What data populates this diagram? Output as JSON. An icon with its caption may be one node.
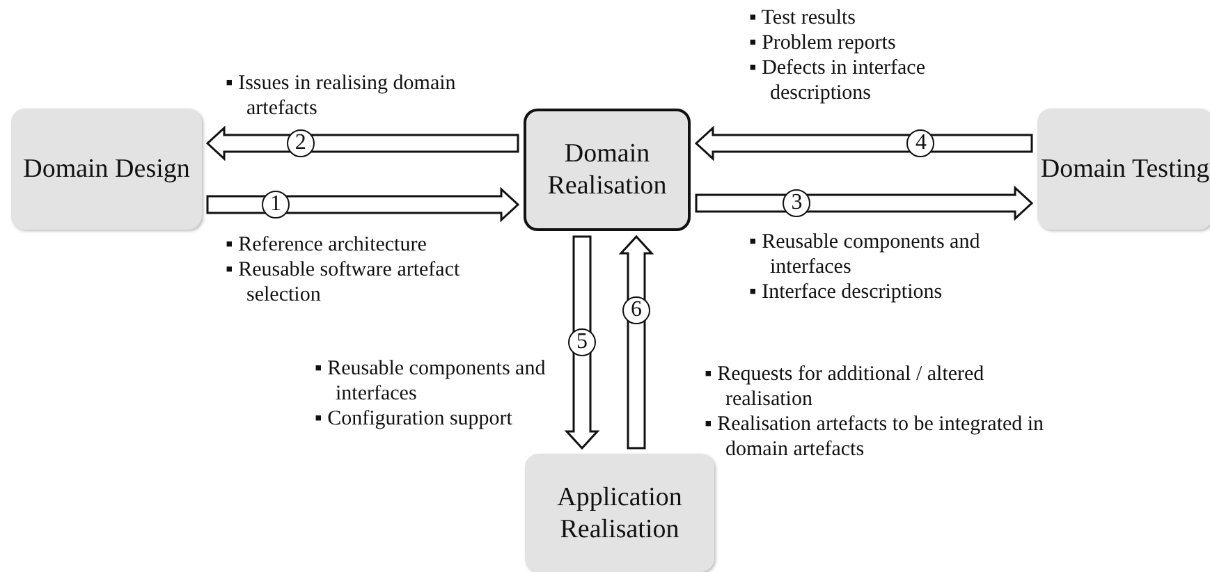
{
  "diagram": {
    "nodes": [
      {
        "text": [
          "Domain Design"
        ]
      },
      {
        "text": [
          "Domain Realisation"
        ]
      },
      {
        "text": [
          "Domain Testing"
        ]
      },
      {
        "text": [
          "Application Realisation"
        ]
      }
    ],
    "edges": [
      {
        "from": 0,
        "to": 1,
        "arrow": "to",
        "label": "1"
      },
      {
        "from": 1,
        "to": 0,
        "arrow": "to",
        "label": "2"
      },
      {
        "from": 1,
        "to": 2,
        "arrow": "to",
        "label": "3"
      },
      {
        "from": 2,
        "to": 1,
        "arrow": "to",
        "label": "4"
      },
      {
        "from": 1,
        "to": 3,
        "arrow": "to",
        "label": "5"
      },
      {
        "from": 3,
        "to": 1,
        "arrow": "to",
        "label": "6"
      }
    ],
    "labels": [
      "▪ Test results",
      "▪ Problem reports",
      "▪ Defects in interface descriptions",
      "▪ Issues in realising domain artefacts",
      "▪ Reference architecture",
      "▪ Reusable software artefact selection",
      "▪ Reusable components and interfaces",
      "▪ Interface descriptions",
      "▪ Reusable components and interfaces",
      "▪ Configuration support",
      "▪ Requests for additional / altered realisation",
      "▪ Realisation artefacts to be integrated in domain artefacts"
    ]
  }
}
